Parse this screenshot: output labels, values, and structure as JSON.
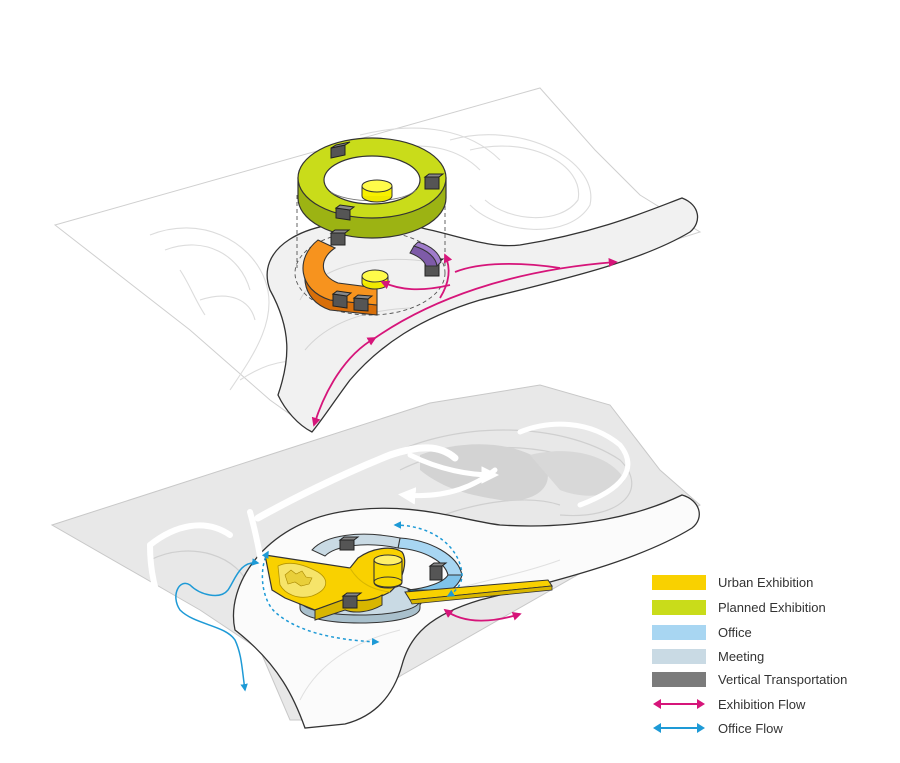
{
  "legend": {
    "items": [
      {
        "label": "Urban Exhibition",
        "kind": "swatch",
        "color": "#F9D100"
      },
      {
        "label": "Planned Exhibition",
        "kind": "swatch",
        "color": "#C9DC1A"
      },
      {
        "label": "Office",
        "kind": "swatch",
        "color": "#A8D6F2"
      },
      {
        "label": "Meeting",
        "kind": "swatch",
        "color": "#C9DAE4"
      },
      {
        "label": "Vertical Transportation",
        "kind": "swatch",
        "color": "#7B7B7B"
      },
      {
        "label": "Exhibition Flow",
        "kind": "arrow",
        "color": "#D6157A"
      },
      {
        "label": "Office Flow",
        "kind": "arrow",
        "color": "#1E9AD6"
      }
    ]
  },
  "colors": {
    "urban_exhibition": "#F9D100",
    "planned_exhibition": "#C9DC1A",
    "orange_exhibition": "#F7931E",
    "purple_module": "#7E5BA8",
    "office": "#A8D6F2",
    "meeting": "#C9DAE4",
    "vertical_transportation": "#7B7B7B",
    "exhibition_flow": "#D6157A",
    "office_flow": "#1E9AD6",
    "site_light": "#F4F4F4",
    "site_gray": "#D9D9D9"
  }
}
